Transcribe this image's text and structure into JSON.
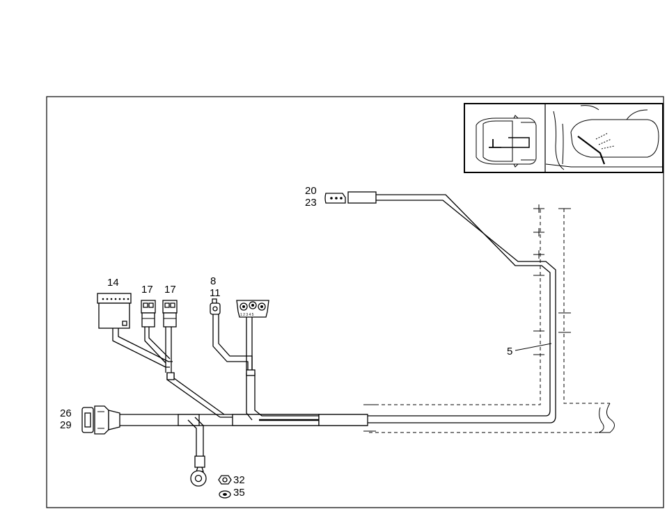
{
  "labels": {
    "l14": "14",
    "l17a": "17",
    "l17b": "17",
    "l8": "8",
    "l11": "11",
    "l20": "20",
    "l23": "23",
    "l26": "26",
    "l29": "29",
    "l32": "32",
    "l35": "35",
    "l5": "5",
    "pins": "1 2 3 4 5"
  }
}
